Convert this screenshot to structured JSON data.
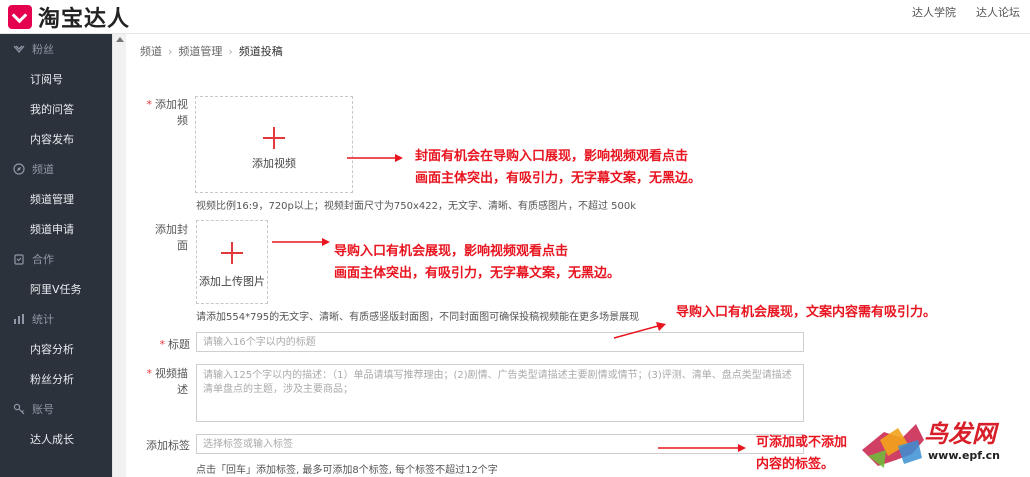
{
  "header": {
    "logo_text": "淘宝达人",
    "links": [
      "达人学院",
      "达人论坛"
    ]
  },
  "sidebar": {
    "groups": [
      {
        "icon": "fans-icon",
        "label": "粉丝",
        "items": [
          "订阅号",
          "我的问答",
          "内容发布"
        ]
      },
      {
        "icon": "compass-icon",
        "label": "频道",
        "items": [
          "频道管理",
          "频道申请"
        ]
      },
      {
        "icon": "clipboard-icon",
        "label": "合作",
        "items": [
          "阿里V任务"
        ]
      },
      {
        "icon": "chart-icon",
        "label": "统计",
        "items": [
          "内容分析",
          "粉丝分析"
        ]
      },
      {
        "icon": "key-icon",
        "label": "账号",
        "items": [
          "达人成长"
        ]
      }
    ]
  },
  "breadcrumb": [
    "频道",
    "频道管理",
    "频道投稿"
  ],
  "form": {
    "video": {
      "label_line1": "添加视",
      "label_line2": "频",
      "upload_text": "添加视频",
      "hint": "视频比例16:9，720p以上；视频封面尺寸为750x422，无文字、清晰、有质感图片，不超过 500k"
    },
    "cover": {
      "label": "添加封面",
      "upload_text": "添加上传图片",
      "hint": "请添加554*795的无文字、清晰、有质感竖版封面图，不同封面图可确保投稿视频能在更多场景展现"
    },
    "title": {
      "label": "标题",
      "placeholder": "请输入16个字以内的标题"
    },
    "description": {
      "label_line1": "视频描",
      "label_line2": "述",
      "placeholder": "请输入125个字以内的描述：（1）单品请填写推荐理由；(2)剧情、广告类型请描述主要剧情或情节；(3)评测、清单、盘点类型请描述清单盘点的主题，涉及主要商品；"
    },
    "tags": {
      "label": "添加标签",
      "placeholder": "选择标签或输入标签",
      "hint": "点击「回车」添加标签, 最多可添加8个标签, 每个标签不超过12个字"
    }
  },
  "annotations": {
    "video_line1": "封面有机会在导购入口展现，影响视频观看点击",
    "video_line2": "画面主体突出，有吸引力，无字幕文案，无黑边。",
    "cover_line1": "导购入口有机会展现，影响视频观看点击",
    "cover_line2": "画面主体突出，有吸引力，无字幕文案，无黑边。",
    "title_note": "导购入口有机会展现，文案内容需有吸引力。",
    "tags_line1": "可添加或不添加",
    "tags_line2": "内容的标签。",
    "color": "#e8141f"
  },
  "watermark": {
    "title": "鸟发网",
    "url": "www.epf.cn"
  }
}
